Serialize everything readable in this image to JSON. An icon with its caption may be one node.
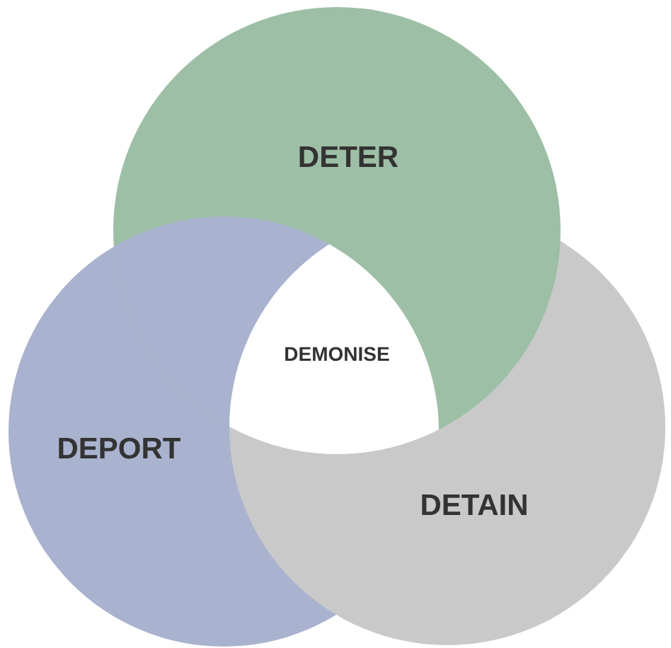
{
  "diagram": {
    "nodes": [
      {
        "text": [
          "DETER"
        ]
      },
      {
        "text": [
          "DEPORT"
        ]
      },
      {
        "text": [
          "DETAIN"
        ]
      },
      {
        "text": [
          "DEMONISE"
        ]
      }
    ]
  }
}
